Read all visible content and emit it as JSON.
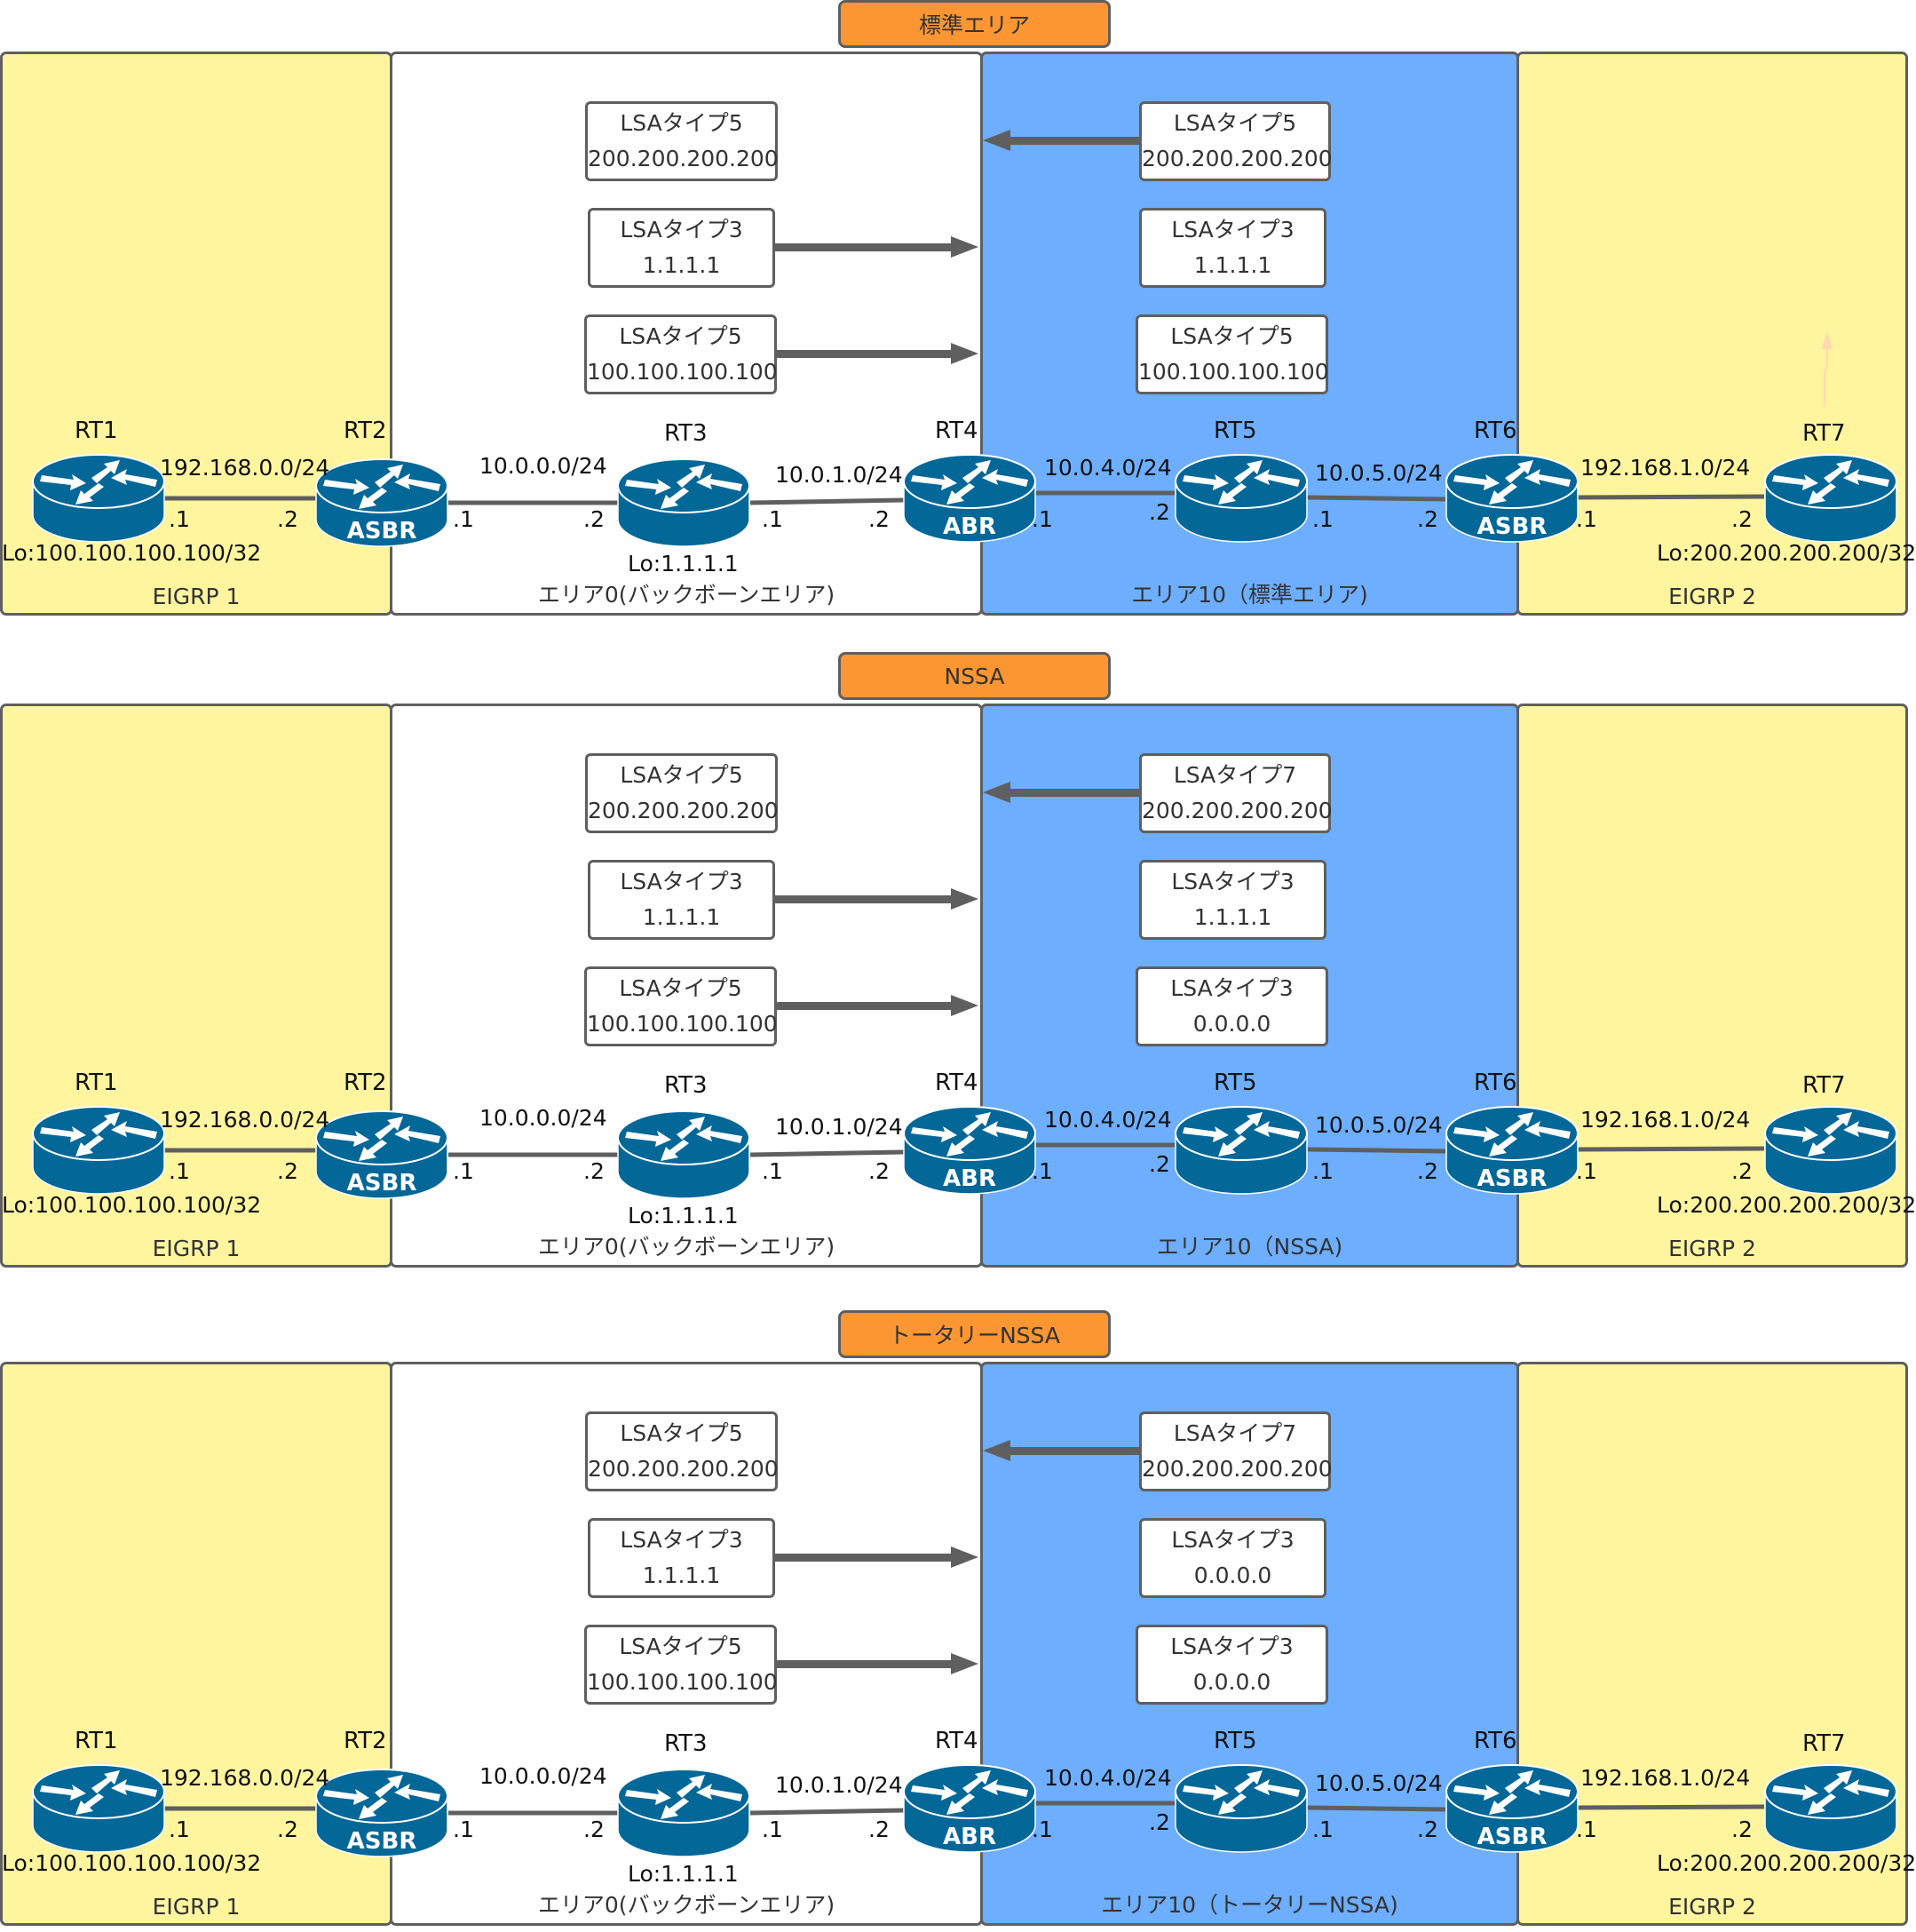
{
  "colors": {
    "eigrp_zone": "#fff59f",
    "area0_zone": "#ffffff",
    "area10_zone": "#6daeff",
    "tag": "#fb9633",
    "border": "#5f5f5f",
    "router": "#036798",
    "arrow": "#5f5f5f",
    "faint_arrow": "#ffd9b0"
  },
  "scenarios": [
    {
      "tag": "標準エリア",
      "zones": {
        "eigrp1": "EIGRP 1",
        "area0": "エリア0(バックボーンエリア)",
        "area10": "エリア10（標準エリア)",
        "eigrp2": "EIGRP 2"
      },
      "lsa_left": [
        {
          "type": "LSAタイプ5",
          "value": "200.200.200.200"
        },
        {
          "type": "LSAタイプ3",
          "value": "1.1.1.1"
        },
        {
          "type": "LSAタイプ5",
          "value": "100.100.100.100"
        }
      ],
      "lsa_right": [
        {
          "type": "LSAタイプ5",
          "value": "200.200.200.200"
        },
        {
          "type": "LSAタイプ3",
          "value": "1.1.1.1"
        },
        {
          "type": "LSAタイプ5",
          "value": "100.100.100.100"
        }
      ],
      "faint_arrow": true
    },
    {
      "tag": "NSSA",
      "zones": {
        "eigrp1": "EIGRP 1",
        "area0": "エリア0(バックボーンエリア)",
        "area10": "エリア10（NSSA)",
        "eigrp2": "EIGRP 2"
      },
      "lsa_left": [
        {
          "type": "LSAタイプ5",
          "value": "200.200.200.200"
        },
        {
          "type": "LSAタイプ3",
          "value": "1.1.1.1"
        },
        {
          "type": "LSAタイプ5",
          "value": "100.100.100.100"
        }
      ],
      "lsa_right": [
        {
          "type": "LSAタイプ7",
          "value": "200.200.200.200"
        },
        {
          "type": "LSAタイプ3",
          "value": "1.1.1.1"
        },
        {
          "type": "LSAタイプ3",
          "value": "0.0.0.0"
        }
      ],
      "faint_arrow": false
    },
    {
      "tag": "トータリーNSSA",
      "zones": {
        "eigrp1": "EIGRP 1",
        "area0": "エリア0(バックボーンエリア)",
        "area10": "エリア10（トータリーNSSA)",
        "eigrp2": "EIGRP 2"
      },
      "lsa_left": [
        {
          "type": "LSAタイプ5",
          "value": "200.200.200.200"
        },
        {
          "type": "LSAタイプ3",
          "value": "1.1.1.1"
        },
        {
          "type": "LSAタイプ5",
          "value": "100.100.100.100"
        }
      ],
      "lsa_right": [
        {
          "type": "LSAタイプ7",
          "value": "200.200.200.200"
        },
        {
          "type": "LSAタイプ3",
          "value": "0.0.0.0"
        },
        {
          "type": "LSAタイプ3",
          "value": "0.0.0.0"
        }
      ],
      "faint_arrow": false
    }
  ],
  "topology": {
    "routers": [
      {
        "name": "RT1",
        "role": ""
      },
      {
        "name": "RT2",
        "role": "ASBR"
      },
      {
        "name": "RT3",
        "role": ""
      },
      {
        "name": "RT4",
        "role": "ABR"
      },
      {
        "name": "RT5",
        "role": ""
      },
      {
        "name": "RT6",
        "role": "ASBR"
      },
      {
        "name": "RT7",
        "role": ""
      }
    ],
    "links": [
      {
        "network": "192.168.0.0/24",
        "left_host": ".1",
        "right_host": ".2"
      },
      {
        "network": "10.0.0.0/24",
        "left_host": ".1",
        "right_host": ".2"
      },
      {
        "network": "10.0.1.0/24",
        "left_host": ".1",
        "right_host": ".2"
      },
      {
        "network": "10.0.4.0/24",
        "left_host": ".1",
        "right_host": ".2"
      },
      {
        "network": "10.0.5.0/24",
        "left_host": ".1",
        "right_host": ".2"
      },
      {
        "network": "192.168.1.0/24",
        "left_host": ".1",
        "right_host": ".2"
      }
    ],
    "loopbacks": {
      "rt1": "Lo:100.100.100.100/32",
      "rt3": "Lo:1.1.1.1",
      "rt7": "Lo:200.200.200.200/32"
    }
  }
}
